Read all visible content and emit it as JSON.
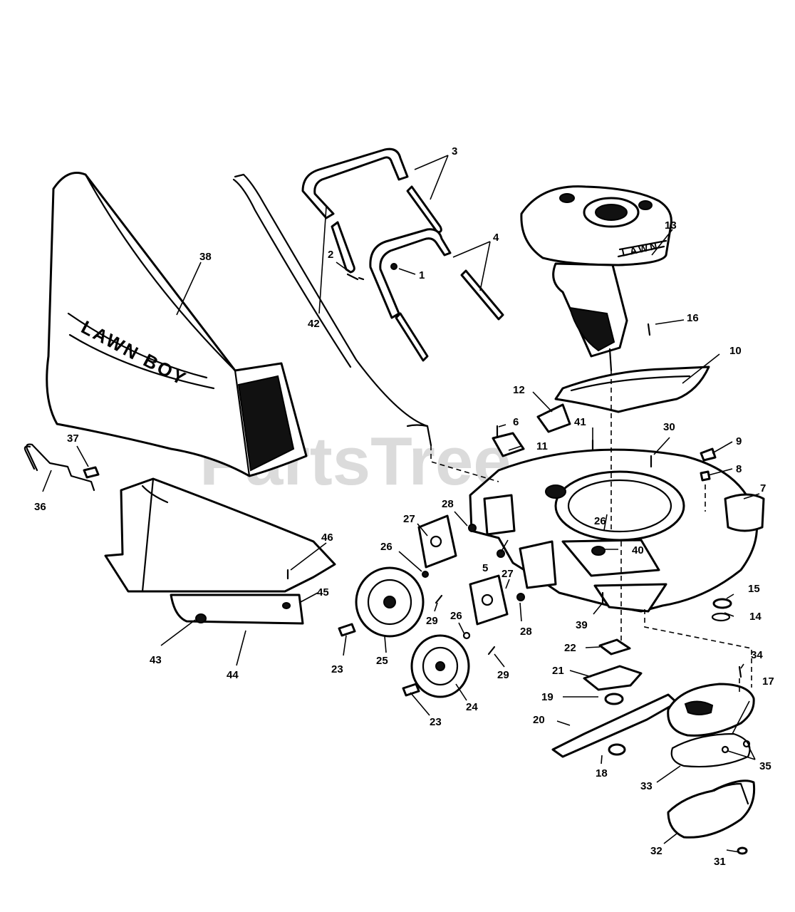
{
  "watermark": "PartsTree",
  "brand_marks": {
    "bag": "LAWN BOY",
    "engine": "LAWN"
  },
  "callouts": {
    "c1": "1",
    "c2": "2",
    "c3": "3",
    "c4": "4",
    "c5": "5",
    "c6": "6",
    "c7": "7",
    "c8": "8",
    "c9": "9",
    "c10": "10",
    "c11": "11",
    "c12": "12",
    "c13": "13",
    "c14": "14",
    "c15": "15",
    "c16": "16",
    "c17": "17",
    "c18": "18",
    "c19": "19",
    "c20": "20",
    "c21": "21",
    "c22": "22",
    "c23a": "23",
    "c23b": "23",
    "c24": "24",
    "c25": "25",
    "c26a": "26",
    "c26b": "26",
    "c26c": "26",
    "c27a": "27",
    "c27b": "27",
    "c28a": "28",
    "c28b": "28",
    "c29a": "29",
    "c29b": "29",
    "c30": "30",
    "c31": "31",
    "c32": "32",
    "c33": "33",
    "c34": "34",
    "c35": "35",
    "c36": "36",
    "c37": "37",
    "c38": "38",
    "c39": "39",
    "c40": "40",
    "c41": "41",
    "c42": "42",
    "c43": "43",
    "c44": "44",
    "c45": "45",
    "c46": "46"
  },
  "colors": {
    "ink": "#000000",
    "paper": "#ffffff",
    "watermark": "#bdbdbd"
  }
}
